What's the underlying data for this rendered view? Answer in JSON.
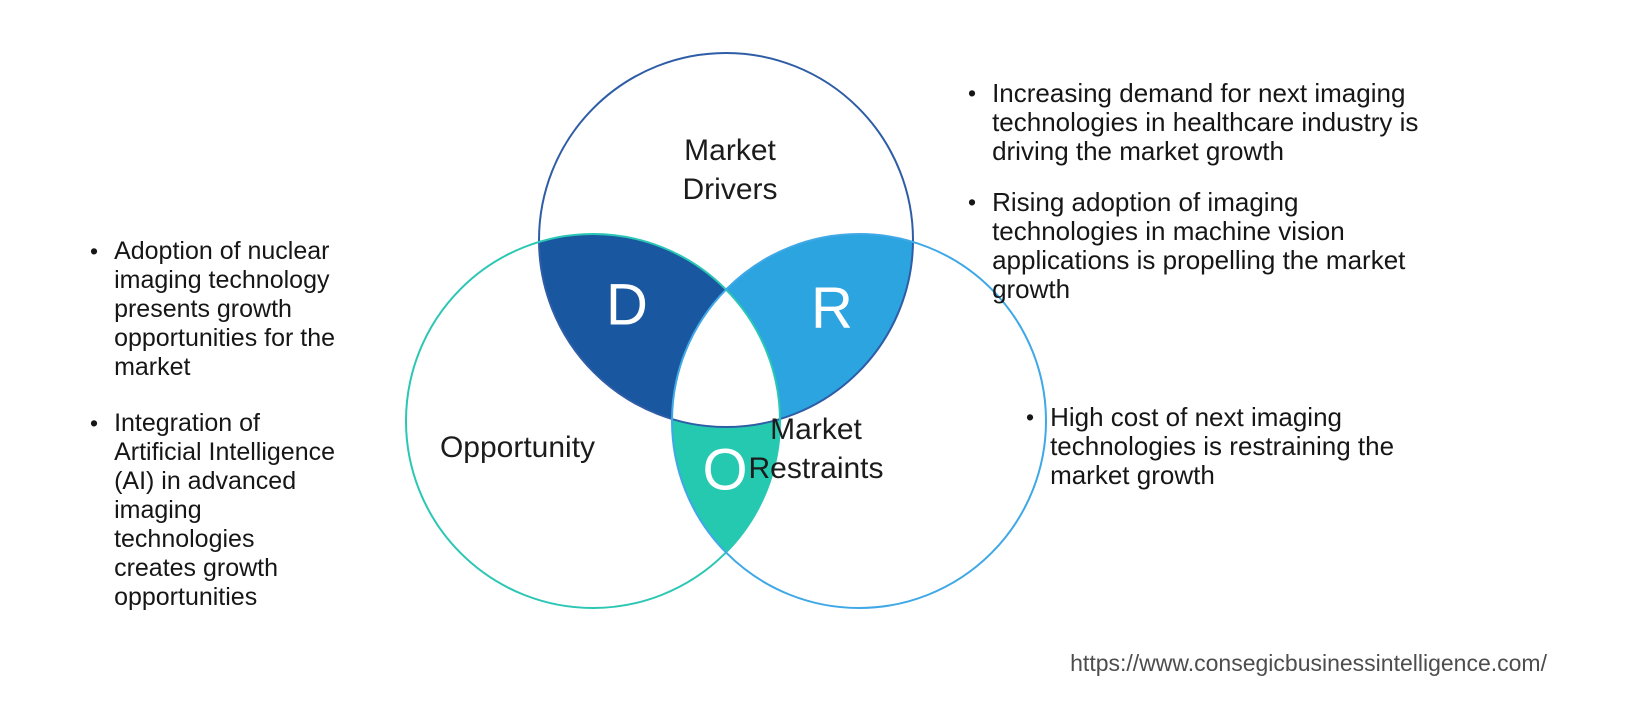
{
  "venn": {
    "drivers": {
      "label": "Market\nDrivers",
      "letter": "D",
      "stroke": "#2E5DA6",
      "fill": "#1A57A1"
    },
    "restraints": {
      "label": "Market\nRestraints",
      "letter": "R",
      "stroke": "#3FA8E6",
      "fill": "#2CA4DF"
    },
    "opportunity": {
      "label": "Opportunity",
      "letter": "O",
      "stroke": "#2BC7B4",
      "fill": "#24C9B0"
    },
    "center_fill": "#FFFFFF"
  },
  "bullets": {
    "opportunities": [
      "Adoption of nuclear\nimaging technology\npresents growth\nopportunities for the\nmarket",
      "Integration of\nArtificial Intelligence\n(AI) in advanced\nimaging\ntechnologies\ncreates growth\nopportunities"
    ],
    "drivers": [
      "Increasing demand for next imaging\ntechnologies in healthcare industry is\ndriving the market growth",
      "Rising adoption of imaging\ntechnologies in machine vision\napplications is propelling the market\ngrowth"
    ],
    "restraints": [
      "High cost of next imaging\ntechnologies is restraining the\nmarket growth"
    ]
  },
  "source_url": "https://www.consegicbusinessintelligence.com/"
}
